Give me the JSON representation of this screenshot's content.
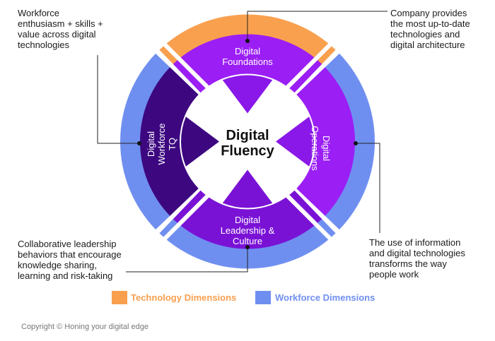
{
  "center": {
    "line1": "Digital",
    "line2": "Fluency"
  },
  "segments": {
    "foundations": {
      "line1": "Digital",
      "line2": "Foundations"
    },
    "operations": {
      "line1": "Digital",
      "line2": "Operations"
    },
    "leadership": {
      "line1": "Digital",
      "line2": "Leadership &",
      "line3": "Culture"
    },
    "workforce": {
      "line1": "Digital",
      "line2": "Workforce",
      "line3": "TQ"
    }
  },
  "callouts": {
    "workforce": [
      "Workforce",
      "enthusiasm + skills +",
      "value across digital",
      "technologies"
    ],
    "foundations": [
      "Company provides",
      "the most up-to-date",
      "technologies and",
      "digital architecture"
    ],
    "leadership": [
      "Collaborative leadership",
      "behaviors that encourage",
      "knowledge sharing,",
      "learning and risk-taking"
    ],
    "operations": [
      "The use of information",
      "and digital technologies",
      "transforms the way",
      "people work"
    ]
  },
  "legend": {
    "technology": {
      "label": "Technology Dimensions",
      "color": "#F9A04F"
    },
    "workforce": {
      "label": "Workforce Dimensions",
      "color": "#6F8FF0"
    }
  },
  "colors": {
    "purple_bright": "#9B1EF5",
    "purple_mid": "#7A12D6",
    "purple_dark": "#3D0780"
  },
  "copyright": "Copyright © Honing your digital edge"
}
